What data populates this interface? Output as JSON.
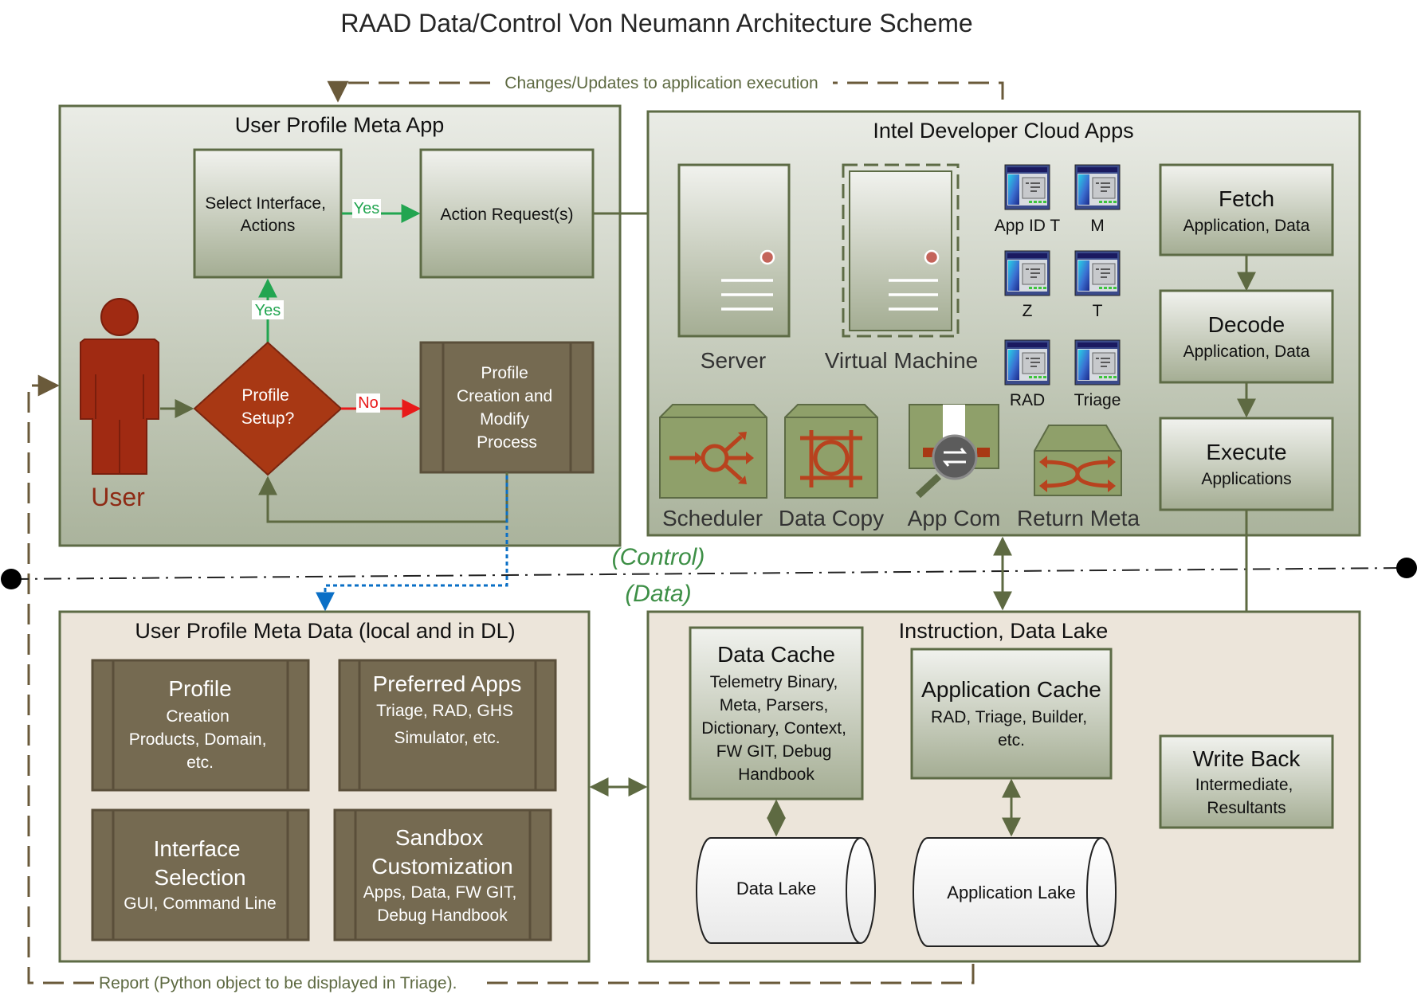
{
  "title": "RAAD Data/Control Von Neumann Architecture Scheme",
  "colors": {
    "frame": "#5d6b45",
    "olive_arrow": "#5e6a42",
    "brown_box": "#756a51",
    "user_red": "#a02a12",
    "green_yes": "#22a550",
    "red_no": "#e81a1a",
    "blue_link": "#0a6fc6",
    "label_green": "#3d8f46",
    "dash_brown": "#6a5a3a"
  },
  "changes_label": "Changes/Updates to application execution",
  "report_label": "Report (Python object to be displayed in Triage).",
  "control_label": "(Control)",
  "data_label": "(Data)",
  "user_profile_app": {
    "title": "User Profile Meta App",
    "select_box": [
      "Select Interface,",
      "Actions"
    ],
    "action_box": "Action Request(s)",
    "yes_top": "Yes",
    "yes_up": "Yes",
    "no": "No",
    "diamond": [
      "Profile",
      "Setup?"
    ],
    "profile_process": [
      "Profile",
      "Creation and",
      "Modify",
      "Process"
    ],
    "user": "User"
  },
  "cloud_apps": {
    "title": "Intel Developer Cloud Apps",
    "server": "Server",
    "vm": "Virtual Machine",
    "apps": [
      "App ID T",
      "M",
      "Z",
      "T",
      "RAD",
      "Triage"
    ],
    "scheduler": "Scheduler",
    "data_copy": "Data Copy",
    "app_com": "App Com",
    "return_meta": "Return Meta",
    "fetch": {
      "title": "Fetch",
      "sub": "Application, Data"
    },
    "decode": {
      "title": "Decode",
      "sub": "Application, Data"
    },
    "execute": {
      "title": "Execute",
      "sub": "Applications"
    }
  },
  "meta_data": {
    "title": "User Profile Meta Data (local and in DL)",
    "profile": {
      "title": "Profile",
      "lines": [
        "Creation",
        "Products, Domain,",
        "etc."
      ]
    },
    "preferred": {
      "title": "Preferred Apps",
      "lines": [
        "Triage, RAD, GHS",
        "Simulator, etc."
      ]
    },
    "interface": {
      "title": [
        "Interface",
        "Selection"
      ],
      "lines": [
        "GUI, Command Line"
      ]
    },
    "sandbox": {
      "title": [
        "Sandbox",
        "Customization"
      ],
      "lines": [
        "Apps, Data, FW GIT,",
        "Debug Handbook"
      ]
    }
  },
  "data_lake": {
    "title": "Instruction, Data Lake",
    "data_cache": {
      "title": "Data Cache",
      "lines": [
        "Telemetry Binary,",
        "Meta, Parsers,",
        "Dictionary, Context,",
        "FW GIT, Debug",
        "Handbook"
      ]
    },
    "app_cache": {
      "title": "Application Cache",
      "lines": [
        "RAD, Triage, Builder,",
        "etc."
      ]
    },
    "write_back": {
      "title": "Write Back",
      "lines": [
        "Intermediate,",
        "Resultants"
      ]
    },
    "data_lake_label": "Data Lake",
    "app_lake_label": "Application Lake"
  }
}
